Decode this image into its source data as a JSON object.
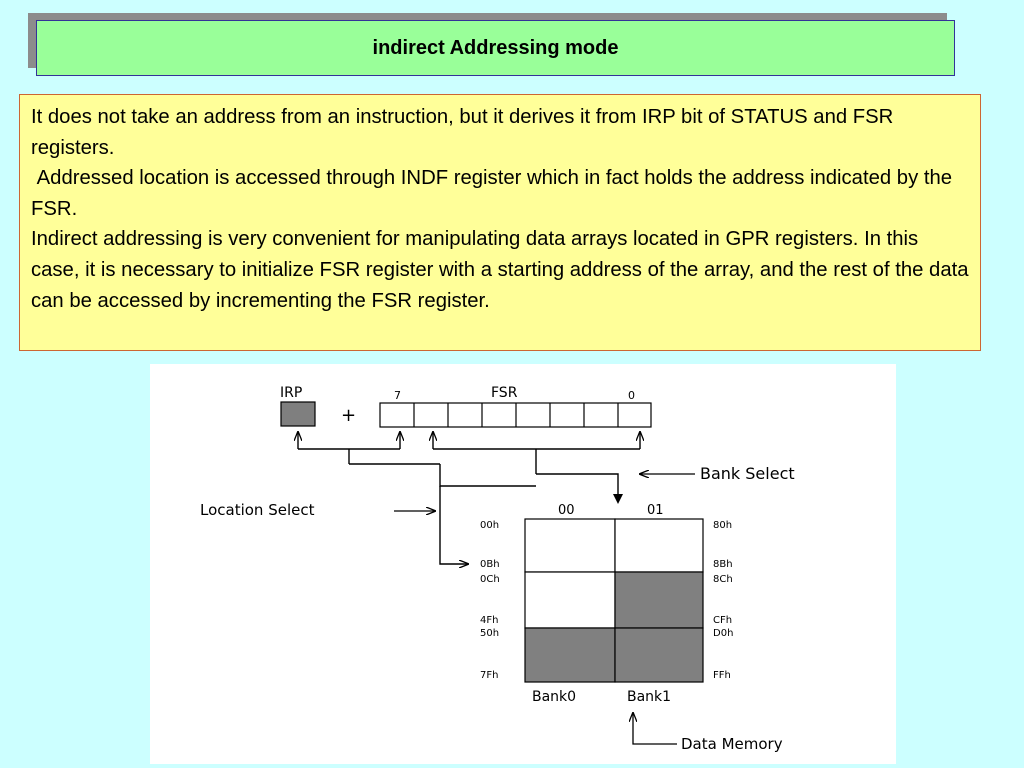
{
  "title": "indirect Addressing mode",
  "description": {
    "paragraphs": [
      "It does not take an address from an instruction, but it derives it from IRP bit of STATUS and FSR registers.",
      " Addressed location is accessed through INDF register which in fact holds the address indicated by the FSR.",
      "Indirect addressing is very convenient for manipulating data arrays located in GPR registers. In this case, it is necessary to initialize FSR register with a starting address of the array, and the rest of the data can be accessed by incrementing the FSR register."
    ]
  },
  "diagram": {
    "irp_label": "IRP",
    "plus_sign": "+",
    "fsr_label": "FSR",
    "fsr_msb": "7",
    "fsr_lsb": "0",
    "bank_select": "Bank Select",
    "location_select": "Location Select",
    "bank_code_0": "00",
    "bank_code_1": "01",
    "left_addresses": [
      "00h",
      "0Bh",
      "0Ch",
      "4Fh",
      "50h",
      "7Fh"
    ],
    "right_addresses": [
      "80h",
      "8Bh",
      "8Ch",
      "CFh",
      "D0h",
      "FFh"
    ],
    "bank0_label": "Bank0",
    "bank1_label": "Bank1",
    "data_memory": "Data Memory",
    "colors": {
      "shaded": "#808080",
      "irp_fill": "#7f7f7f"
    }
  }
}
